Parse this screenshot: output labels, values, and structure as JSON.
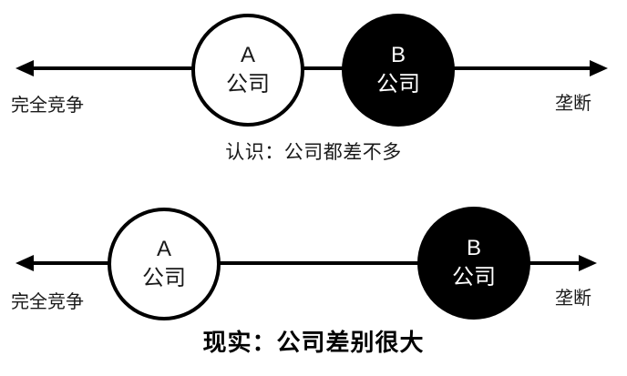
{
  "rows": [
    {
      "left_label": "完全竞争",
      "right_label": "垄断",
      "circle_a": {
        "letter": "A",
        "word": "公司"
      },
      "circle_b": {
        "letter": "B",
        "word": "公司"
      },
      "caption": "认识：公司都差不多"
    },
    {
      "left_label": "完全竞争",
      "right_label": "垄断",
      "circle_a": {
        "letter": "A",
        "word": "公司"
      },
      "circle_b": {
        "letter": "B",
        "word": "公司"
      },
      "caption": "现实：公司差别很大"
    }
  ],
  "colors": {
    "ink": "#000000",
    "background": "#ffffff",
    "circle_a_fill": "#ffffff",
    "circle_b_fill": "#000000",
    "circle_b_text": "#ffffff"
  }
}
